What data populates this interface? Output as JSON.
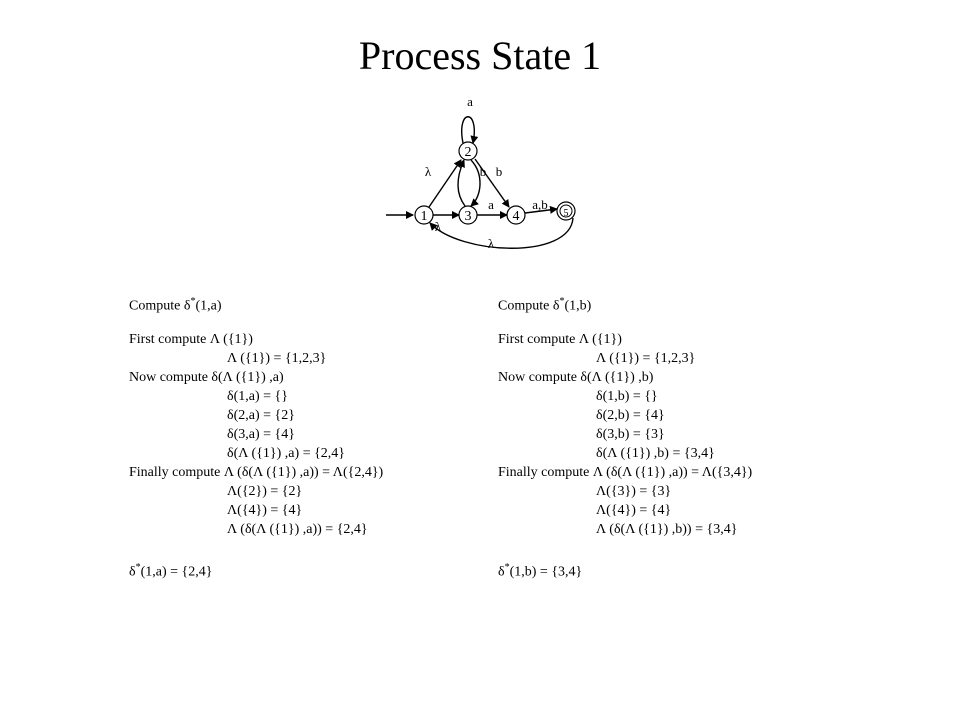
{
  "slide": {
    "title": "Process State 1"
  },
  "diagram": {
    "states": [
      {
        "id": "1",
        "label": "1",
        "start": true,
        "final": false
      },
      {
        "id": "2",
        "label": "2",
        "start": false,
        "final": false
      },
      {
        "id": "3",
        "label": "3",
        "start": false,
        "final": false
      },
      {
        "id": "4",
        "label": "4",
        "start": false,
        "final": false
      },
      {
        "id": "5",
        "label": "5",
        "start": false,
        "final": true
      }
    ],
    "transitions": [
      {
        "from": "1",
        "to": "2",
        "label": "λ"
      },
      {
        "from": "2",
        "to": "2",
        "label": "a"
      },
      {
        "from": "2",
        "to": "3",
        "label": "b"
      },
      {
        "from": "2",
        "to": "4",
        "label": "b"
      },
      {
        "from": "3",
        "to": "2",
        "label": ""
      },
      {
        "from": "1",
        "to": "3",
        "label": "λ"
      },
      {
        "from": "3",
        "to": "4",
        "label": "a"
      },
      {
        "from": "4",
        "to": "5",
        "label": "a,b"
      },
      {
        "from": "5",
        "to": "1",
        "label": "λ"
      }
    ]
  },
  "computations": {
    "left": {
      "lines": [
        {
          "indent": 0,
          "text": "Compute δ*(1,a)"
        },
        {
          "indent": 0,
          "text": ""
        },
        {
          "indent": 0,
          "text": "First compute Λ ({1})"
        },
        {
          "indent": 1,
          "text": "Λ ({1}) = {1,2,3}"
        },
        {
          "indent": 0,
          "text": "Now compute δ(Λ ({1}) ,a)"
        },
        {
          "indent": 1,
          "text": "δ(1,a) = {}"
        },
        {
          "indent": 1,
          "text": "δ(2,a) = {2}"
        },
        {
          "indent": 1,
          "text": "δ(3,a) = {4}"
        },
        {
          "indent": 1,
          "text": "δ(Λ ({1}) ,a) = {2,4}"
        },
        {
          "indent": 0,
          "text": "Finally compute Λ (δ(Λ ({1}) ,a)) = Λ({2,4})"
        },
        {
          "indent": 1,
          "text": "Λ({2}) = {2}"
        },
        {
          "indent": 1,
          "text": "Λ({4}) = {4}"
        },
        {
          "indent": 1,
          "text": "Λ (δ(Λ ({1}) ,a)) = {2,4}"
        },
        {
          "indent": 0,
          "text": ""
        },
        {
          "indent": 0,
          "text": "δ*(1,a) = {2,4}"
        }
      ]
    },
    "right": {
      "lines": [
        {
          "indent": 0,
          "text": "Compute δ*(1,b)"
        },
        {
          "indent": 0,
          "text": ""
        },
        {
          "indent": 0,
          "text": "First compute Λ ({1})"
        },
        {
          "indent": 1,
          "text": "Λ ({1}) = {1,2,3}"
        },
        {
          "indent": 0,
          "text": "Now compute δ(Λ ({1}) ,b)"
        },
        {
          "indent": 1,
          "text": "δ(1,b) = {}"
        },
        {
          "indent": 1,
          "text": "δ(2,b) = {4}"
        },
        {
          "indent": 1,
          "text": "δ(3,b) = {3}"
        },
        {
          "indent": 1,
          "text": "δ(Λ ({1}) ,b) = {3,4}"
        },
        {
          "indent": 0,
          "text": "Finally compute Λ (δ(Λ ({1}) ,a)) = Λ({3,4})"
        },
        {
          "indent": 1,
          "text": "Λ({3}) = {3}"
        },
        {
          "indent": 1,
          "text": "Λ({4}) = {4}"
        },
        {
          "indent": 1,
          "text": "Λ (δ(Λ ({1}) ,b)) = {3,4}"
        },
        {
          "indent": 0,
          "text": ""
        },
        {
          "indent": 0,
          "text": "δ*(1,b) = {3,4}"
        }
      ]
    }
  }
}
